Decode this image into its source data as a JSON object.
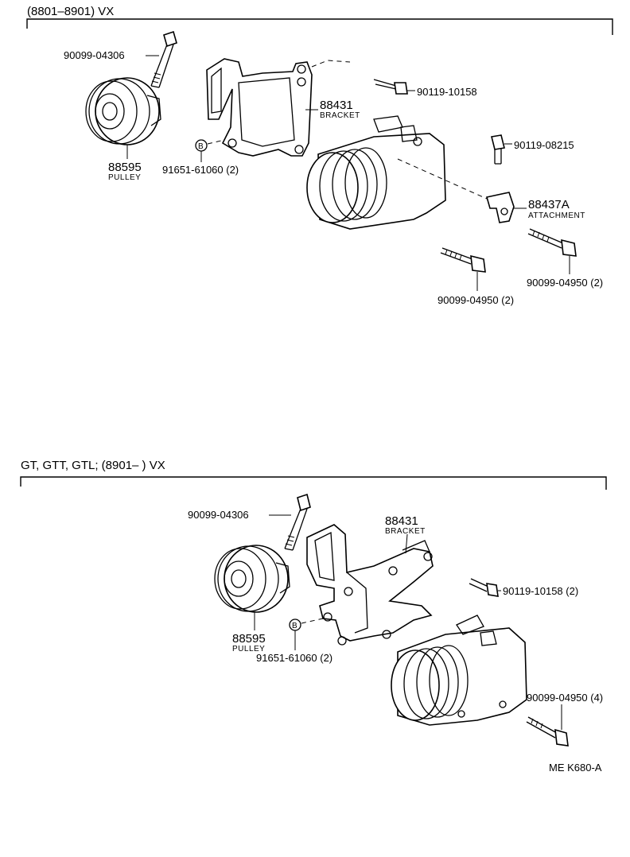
{
  "sections": [
    {
      "header": "(8801–8901) VX",
      "callouts": {
        "bolt_top": "90099-04306",
        "pulley_no": "88595",
        "pulley_name": "PULLEY",
        "bracket_no": "88431",
        "bracket_name": "BRACKET",
        "nut_no": "91651-61060 (2)",
        "nut_mark": "B",
        "bolt_a": "90119-10158",
        "bolt_b": "90119-08215",
        "attach_no": "88437A",
        "attach_name": "ATTACHMENT",
        "bolt_c": "90099-04950 (2)",
        "bolt_d": "90099-04950 (2)"
      }
    },
    {
      "header": "GT, GTT, GTL; (8901–        ) VX",
      "callouts": {
        "bolt_top": "90099-04306",
        "pulley_no": "88595",
        "pulley_name": "PULLEY",
        "bracket_no": "88431",
        "bracket_name": "BRACKET",
        "nut_no": "91651-61060 (2)",
        "nut_mark": "B",
        "bolt_a": "90119-10158 (2)",
        "bolt_b": "90099-04950 (4)"
      }
    }
  ],
  "figure_code": "ME K680-A"
}
